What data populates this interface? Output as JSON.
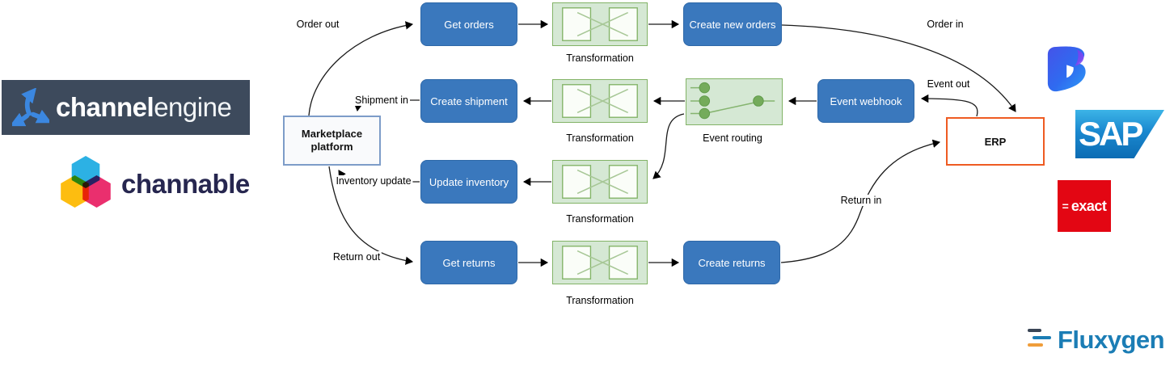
{
  "diagram": {
    "nodes": {
      "get_orders": "Get orders",
      "create_new_orders": "Create new orders",
      "create_shipment": "Create shipment",
      "event_webhook": "Event webhook",
      "update_inventory": "Update inventory",
      "get_returns": "Get returns",
      "create_returns": "Create returns",
      "marketplace_line1": "Marketplace",
      "marketplace_line2": "platform",
      "erp": "ERP",
      "transformation": "Transformation",
      "event_routing": "Event routing"
    },
    "edge_labels": {
      "order_out": "Order out",
      "order_in": "Order in",
      "shipment_in": "Shipment in",
      "event_out": "Event out",
      "inventory_update": "Inventory update",
      "return_out": "Return out",
      "return_in": "Return in"
    },
    "colors": {
      "node_blue": "#3a78bd",
      "green_fill": "#d5e8d4",
      "green_border": "#82b366",
      "erp_border": "#ee5b22",
      "marketplace_border": "#7d9cc8",
      "arrow": "#000000"
    }
  },
  "logos": {
    "channelengine": {
      "word_bold": "channel",
      "word_light": "engine",
      "bg": "#3d4a5c",
      "arrow_blue": "#3b87e0"
    },
    "channable": {
      "word": "channable",
      "text_color": "#26264f",
      "hex_cyan": "#2cb1e4",
      "hex_yellow": "#fdbd10",
      "hex_pink": "#ea2f6e"
    },
    "dynamics365": {
      "blue_dark": "#4553e9",
      "blue_light": "#2e9bf5",
      "purple": "#6d3bf0"
    },
    "sap": {
      "word": "SAP",
      "blue_top": "#3cb4e7",
      "blue_bottom": "#0c6cb3"
    },
    "exact": {
      "prefix": "=",
      "word": "exact",
      "red": "#e30613"
    },
    "fluxygen": {
      "word": "Fluxygen",
      "blue": "#1b7db5",
      "orange": "#f09d3a",
      "dark": "#3a4656"
    }
  }
}
